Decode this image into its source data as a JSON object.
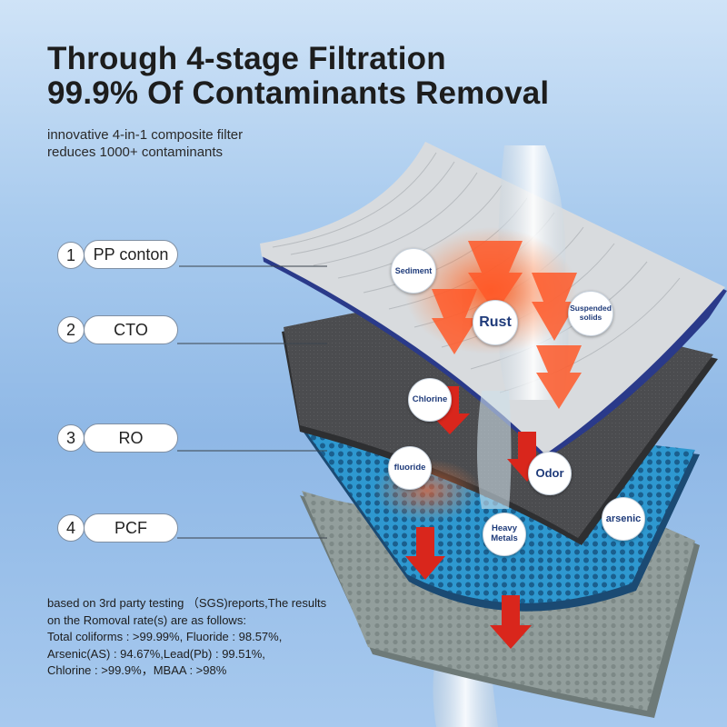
{
  "headline": {
    "line1": "Through 4-stage Filtration",
    "line2": "99.9% Of Contaminants Removal"
  },
  "subtitle": {
    "line1": "innovative 4-in-1 composite filter",
    "line2": "reduces 1000+ contaminants"
  },
  "stages": [
    {
      "number": "1",
      "label": "PP conton"
    },
    {
      "number": "2",
      "label": "CTO"
    },
    {
      "number": "3",
      "label": "RO"
    },
    {
      "number": "4",
      "label": "PCF"
    }
  ],
  "contaminants": {
    "sediment": "Sediment",
    "rust": "Rust",
    "suspended_line1": "Suspended",
    "suspended_line2": "solids",
    "chlorine": "Chlorine",
    "fluoride": "fluoride",
    "odor": "Odor",
    "arsenic": "arsenic",
    "heavy_line1": "Heavy",
    "heavy_line2": "Metals"
  },
  "report": {
    "line1": "based on 3rd party testing （SGS)reports,The results",
    "line2": "on the Romoval rate(s) are as follows:",
    "line3": "Total coliforms : >99.99%,  Fluoride : 98.57%,",
    "line4": "Arsenic(AS) : 94.67%,Lead(Pb) : 99.51%,",
    "line5": "Chlorine : >99.9%，MBAA : >98%"
  },
  "colors": {
    "pp_layer": "#d9dcdf",
    "cto_layer": "#4a4b4e",
    "ro_layer": "#2f9bd3",
    "pcf_layer": "#8f9b99",
    "arrow": "#d9261c",
    "badge_text": "#1f3b7a"
  }
}
